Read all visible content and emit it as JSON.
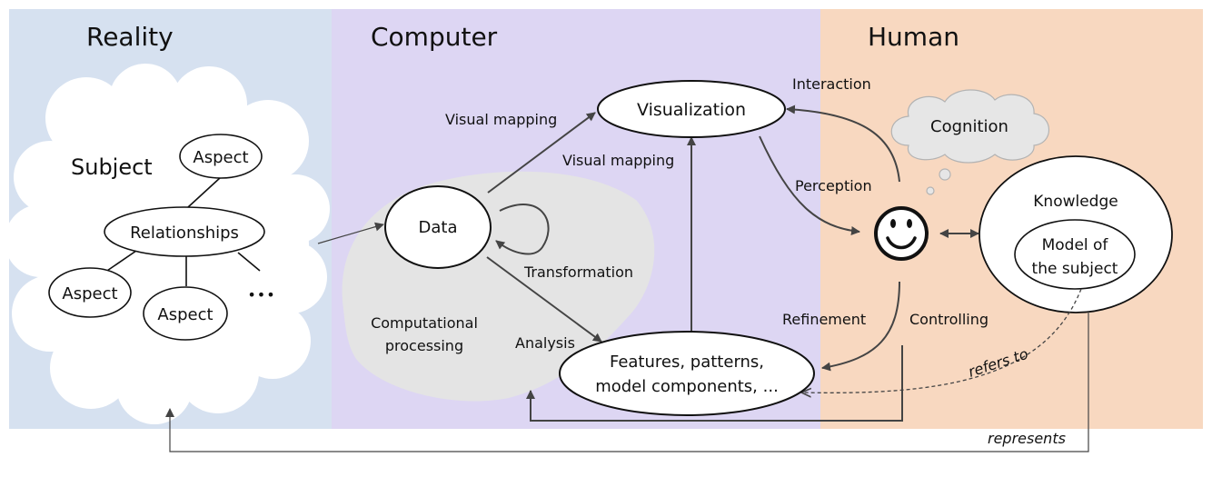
{
  "regions": {
    "reality": {
      "title": "Reality",
      "color": "#d6e1f0"
    },
    "computer": {
      "title": "Computer",
      "color": "#ddd6f3"
    },
    "human": {
      "title": "Human",
      "color": "#f8d8c0"
    }
  },
  "nodes": {
    "subject": "Subject",
    "aspect_top": "Aspect",
    "relationships": "Relationships",
    "aspect_left": "Aspect",
    "aspect_mid": "Aspect",
    "ellipsis": "•••",
    "data": "Data",
    "visualization": "Visualization",
    "features_line1": "Features, patterns,",
    "features_line2": "model components, ...",
    "computational_line1": "Computational",
    "computational_line2": "processing",
    "cognition": "Cognition",
    "knowledge": "Knowledge",
    "model_line1": "Model of",
    "model_line2": "the subject",
    "face_icon": "smiley-face-icon"
  },
  "edges": {
    "visual_mapping_1": "Visual mapping",
    "visual_mapping_2": "Visual mapping",
    "transformation": "Transformation",
    "analysis": "Analysis",
    "interaction": "Interaction",
    "perception": "Perception",
    "refinement": "Refinement",
    "controlling": "Controlling",
    "refers_to": "refers to",
    "represents": "represents"
  },
  "colors": {
    "stroke": "#444444",
    "processing_blob": "#e4e4e4",
    "cognition_cloud": "#e6e6e6"
  }
}
